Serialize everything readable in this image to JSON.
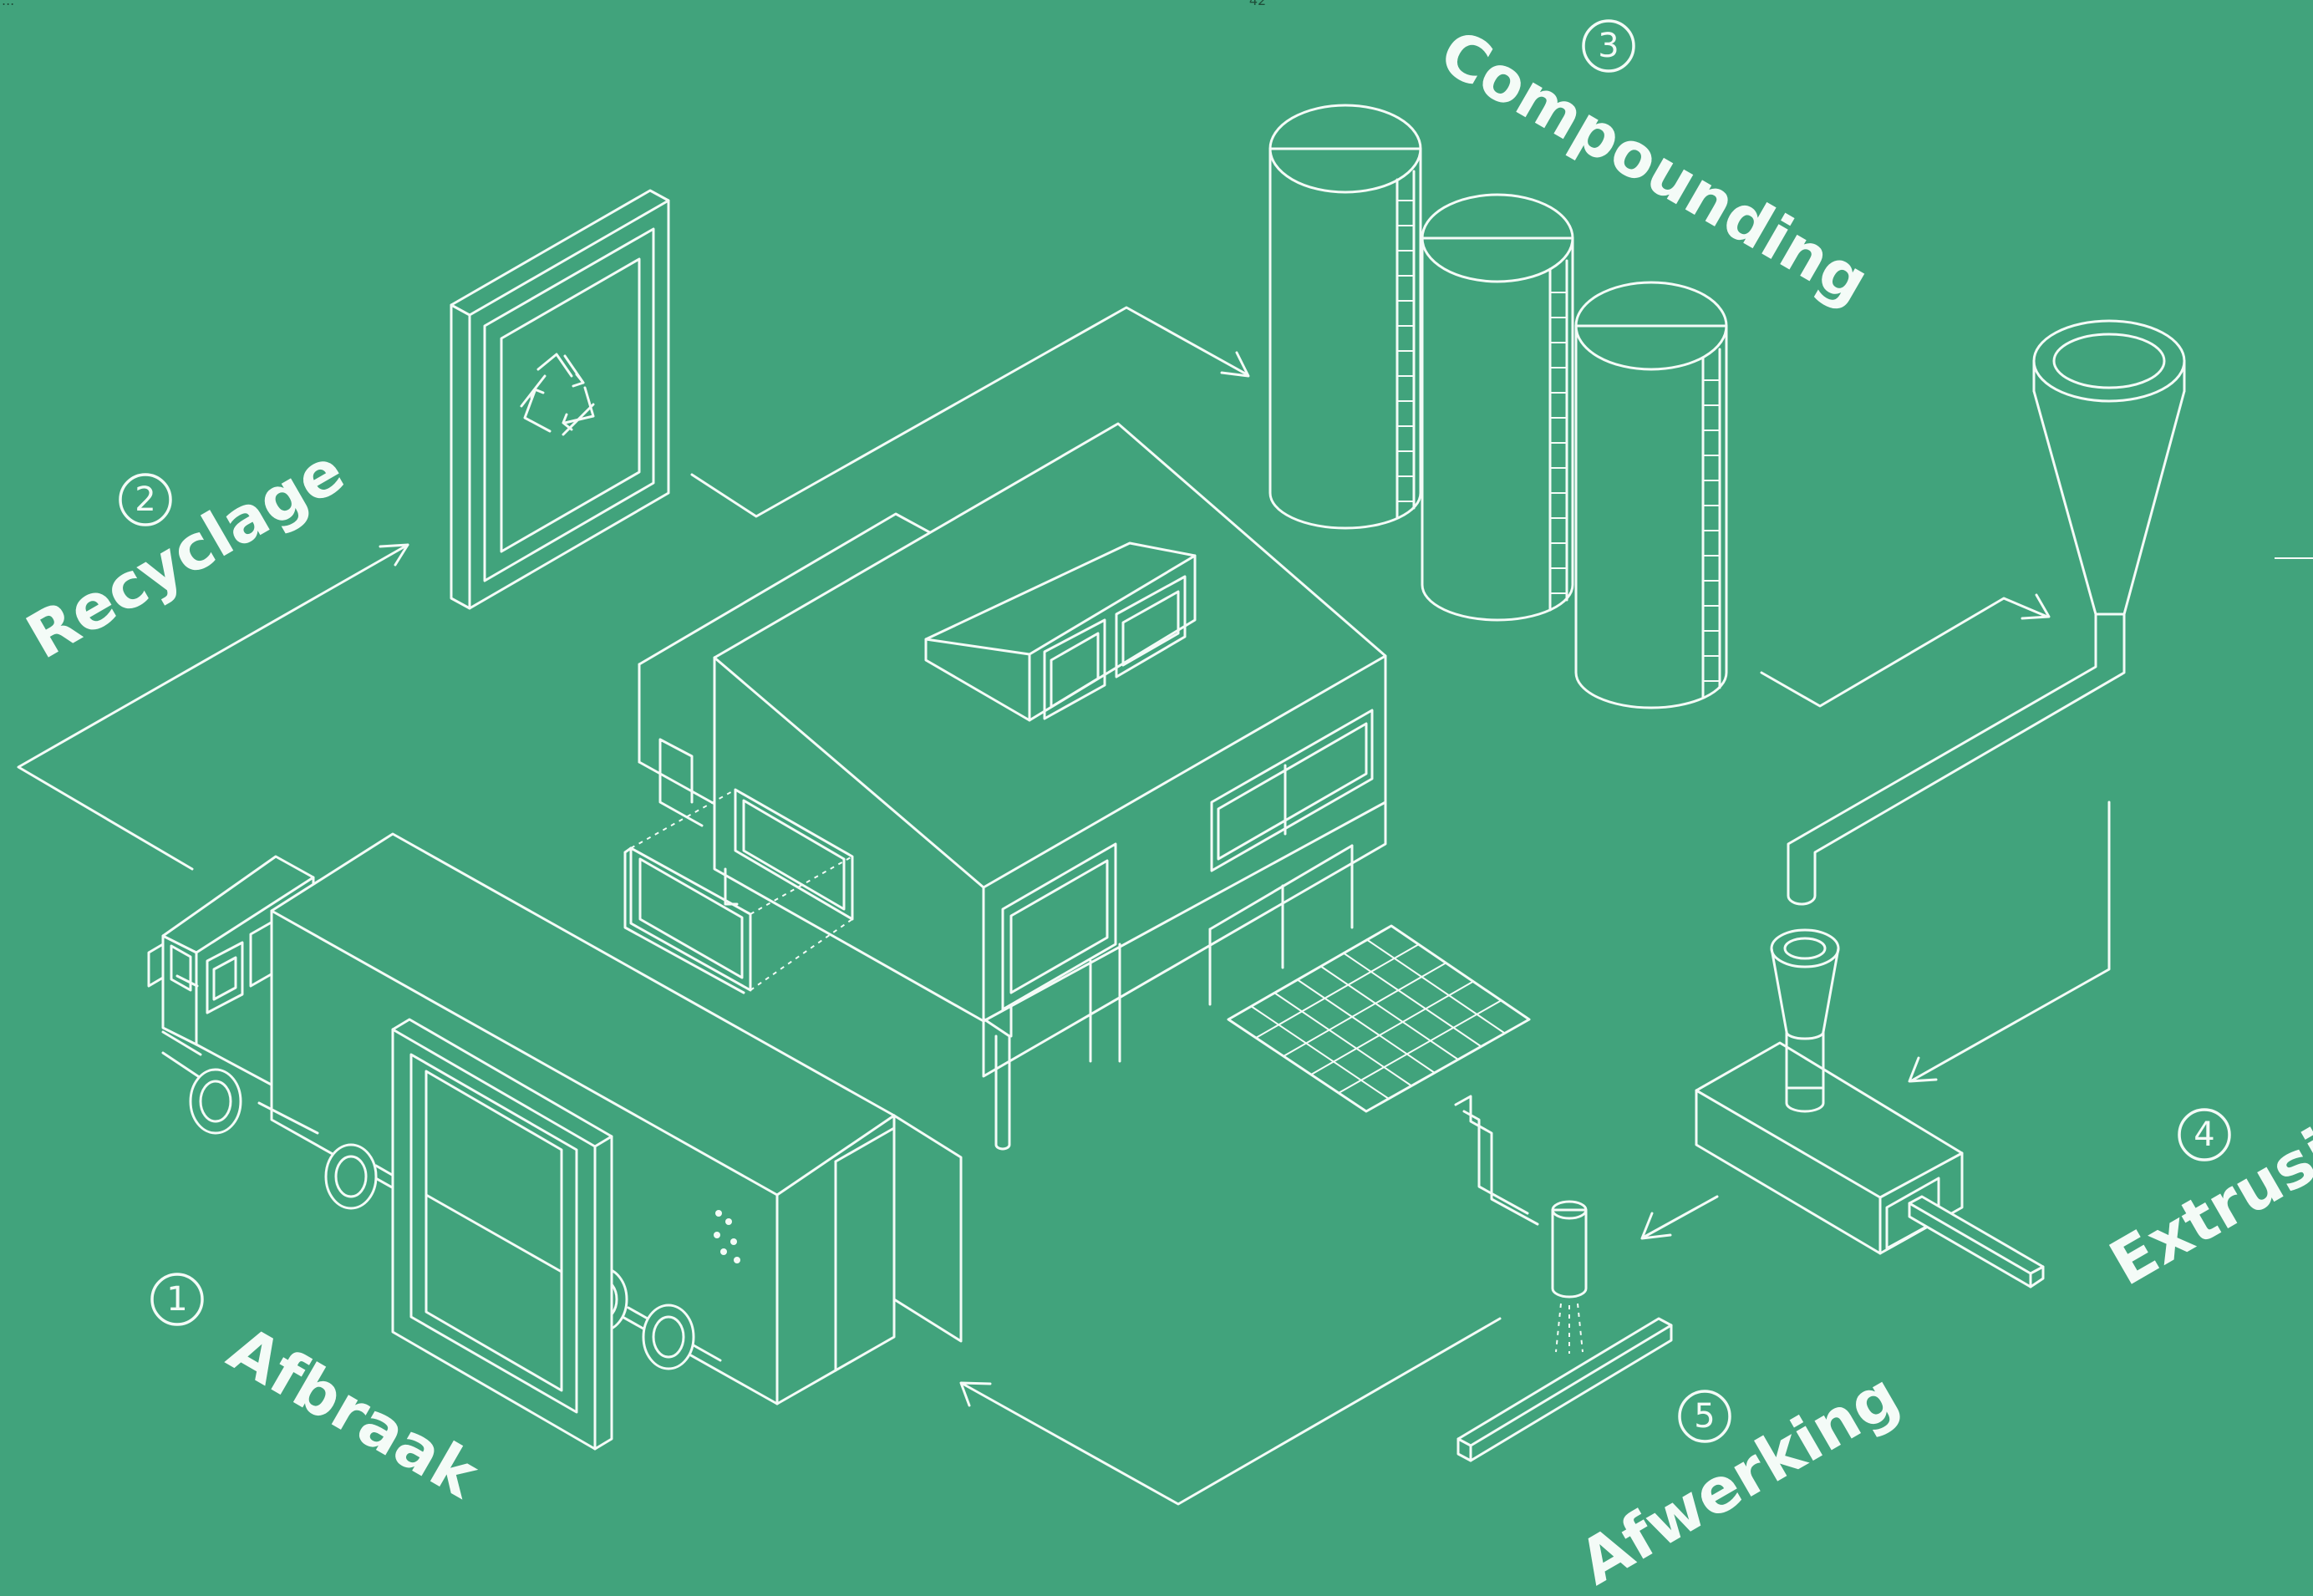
{
  "page_number": "42",
  "corner_text": "...",
  "colors": {
    "background": "#41a37c",
    "line": "#f4fbf7"
  },
  "steps": [
    {
      "number": "1",
      "label": "Afbraak"
    },
    {
      "number": "2",
      "label": "Recyclage"
    },
    {
      "number": "3",
      "label": "Compounding"
    },
    {
      "number": "4",
      "label": "Extrusie"
    },
    {
      "number": "5",
      "label": "Afwerking"
    }
  ],
  "icons": [
    "recycle-icon",
    "truck-illustration",
    "house-illustration",
    "silos-illustration",
    "hopper-illustration",
    "extruder-illustration",
    "profile-illustration"
  ]
}
